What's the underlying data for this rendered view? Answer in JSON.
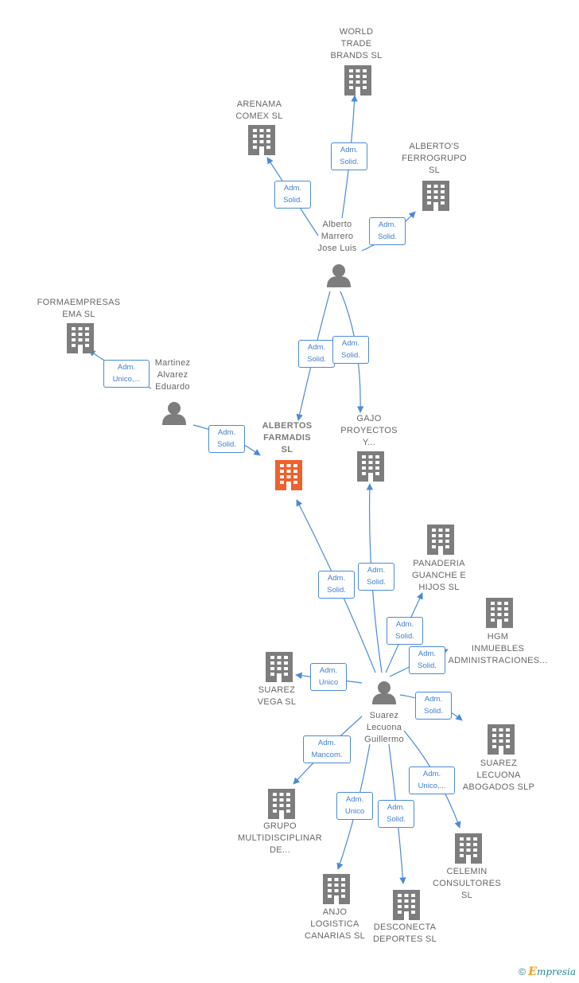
{
  "colors": {
    "edge": "#4a8ad8",
    "node": "#7d7d7d",
    "focus": "#f0602a"
  },
  "footer": {
    "copyright": "©",
    "brand_initial": "E",
    "brand_rest": "mpresia"
  },
  "nodes": [
    {
      "id": "albertos",
      "type": "company",
      "focus": true,
      "label": "ALBERTOS\nFARMADIS\nSL"
    },
    {
      "id": "alberto_marrero",
      "type": "person",
      "label": "Alberto\nMarrero\nJose Luis"
    },
    {
      "id": "world_trade",
      "type": "company",
      "label": "WORLD\nTRADE\nBRANDS SL"
    },
    {
      "id": "arenama",
      "type": "company",
      "label": "ARENAMA\nCOMEX SL"
    },
    {
      "id": "alberto_ferro",
      "type": "company",
      "label": "ALBERTO'S\nFERROGRUPO\nSL"
    },
    {
      "id": "formaempresas",
      "type": "company",
      "label": "FORMAEMPRESAS\nEMA SL"
    },
    {
      "id": "martinez",
      "type": "person",
      "label": "Martinez\nAlvarez\nEduardo"
    },
    {
      "id": "gajo",
      "type": "company",
      "label": "GAJO\nPROYECTOS\nY..."
    },
    {
      "id": "panaderia",
      "type": "company",
      "label": "PANADERIA\nGUANCHE E\nHIJOS SL"
    },
    {
      "id": "hgm",
      "type": "company",
      "label": "HGM\nINMUEBLES\nADMINISTRACIONES..."
    },
    {
      "id": "suarez_vega",
      "type": "company",
      "label": "SUAREZ\nVEGA SL"
    },
    {
      "id": "suarez_lecuona",
      "type": "person",
      "label": "Suarez\nLecuona\nGuillermo"
    },
    {
      "id": "suarez_abogados",
      "type": "company",
      "label": "SUAREZ\nLECUONA\nABOGADOS SLP"
    },
    {
      "id": "grupo",
      "type": "company",
      "label": "GRUPO\nMULTIDISCIPLINAR\nDE..."
    },
    {
      "id": "celemin",
      "type": "company",
      "label": "CELEMIN\nCONSULTORES\nSL"
    },
    {
      "id": "anjo",
      "type": "company",
      "label": "ANJO\nLOGISTICA\nCANARIAS SL"
    },
    {
      "id": "desconecta",
      "type": "company",
      "label": "DESCONECTA\nDEPORTES SL"
    }
  ],
  "edges": [
    {
      "id": "e_world",
      "label": "Adm.\nSolid."
    },
    {
      "id": "e_arenama",
      "label": "Adm.\nSolid."
    },
    {
      "id": "e_ferro",
      "label": "Adm.\nSolid."
    },
    {
      "id": "e_marrero_albertos",
      "label": "Adm.\nSolid."
    },
    {
      "id": "e_marrero_gajo",
      "label": "Adm.\nSolid."
    },
    {
      "id": "e_forma",
      "label": "Adm.\nUnico,..."
    },
    {
      "id": "e_martinez_albertos",
      "label": "Adm.\nSolid."
    },
    {
      "id": "e_suarez_albertos",
      "label": "Adm.\nSolid."
    },
    {
      "id": "e_suarez_gajo",
      "label": "Adm.\nSolid."
    },
    {
      "id": "e_panaderia",
      "label": "Adm.\nSolid."
    },
    {
      "id": "e_hgm",
      "label": "Adm.\nSolid."
    },
    {
      "id": "e_vega",
      "label": "Adm.\nUnico"
    },
    {
      "id": "e_abogados",
      "label": "Adm.\nSolid."
    },
    {
      "id": "e_grupo",
      "label": "Adm.\nMancom."
    },
    {
      "id": "e_celemin",
      "label": "Adm.\nUnico,..."
    },
    {
      "id": "e_anjo",
      "label": "Adm.\nUnico"
    },
    {
      "id": "e_desconecta",
      "label": "Adm.\nSolid."
    }
  ]
}
